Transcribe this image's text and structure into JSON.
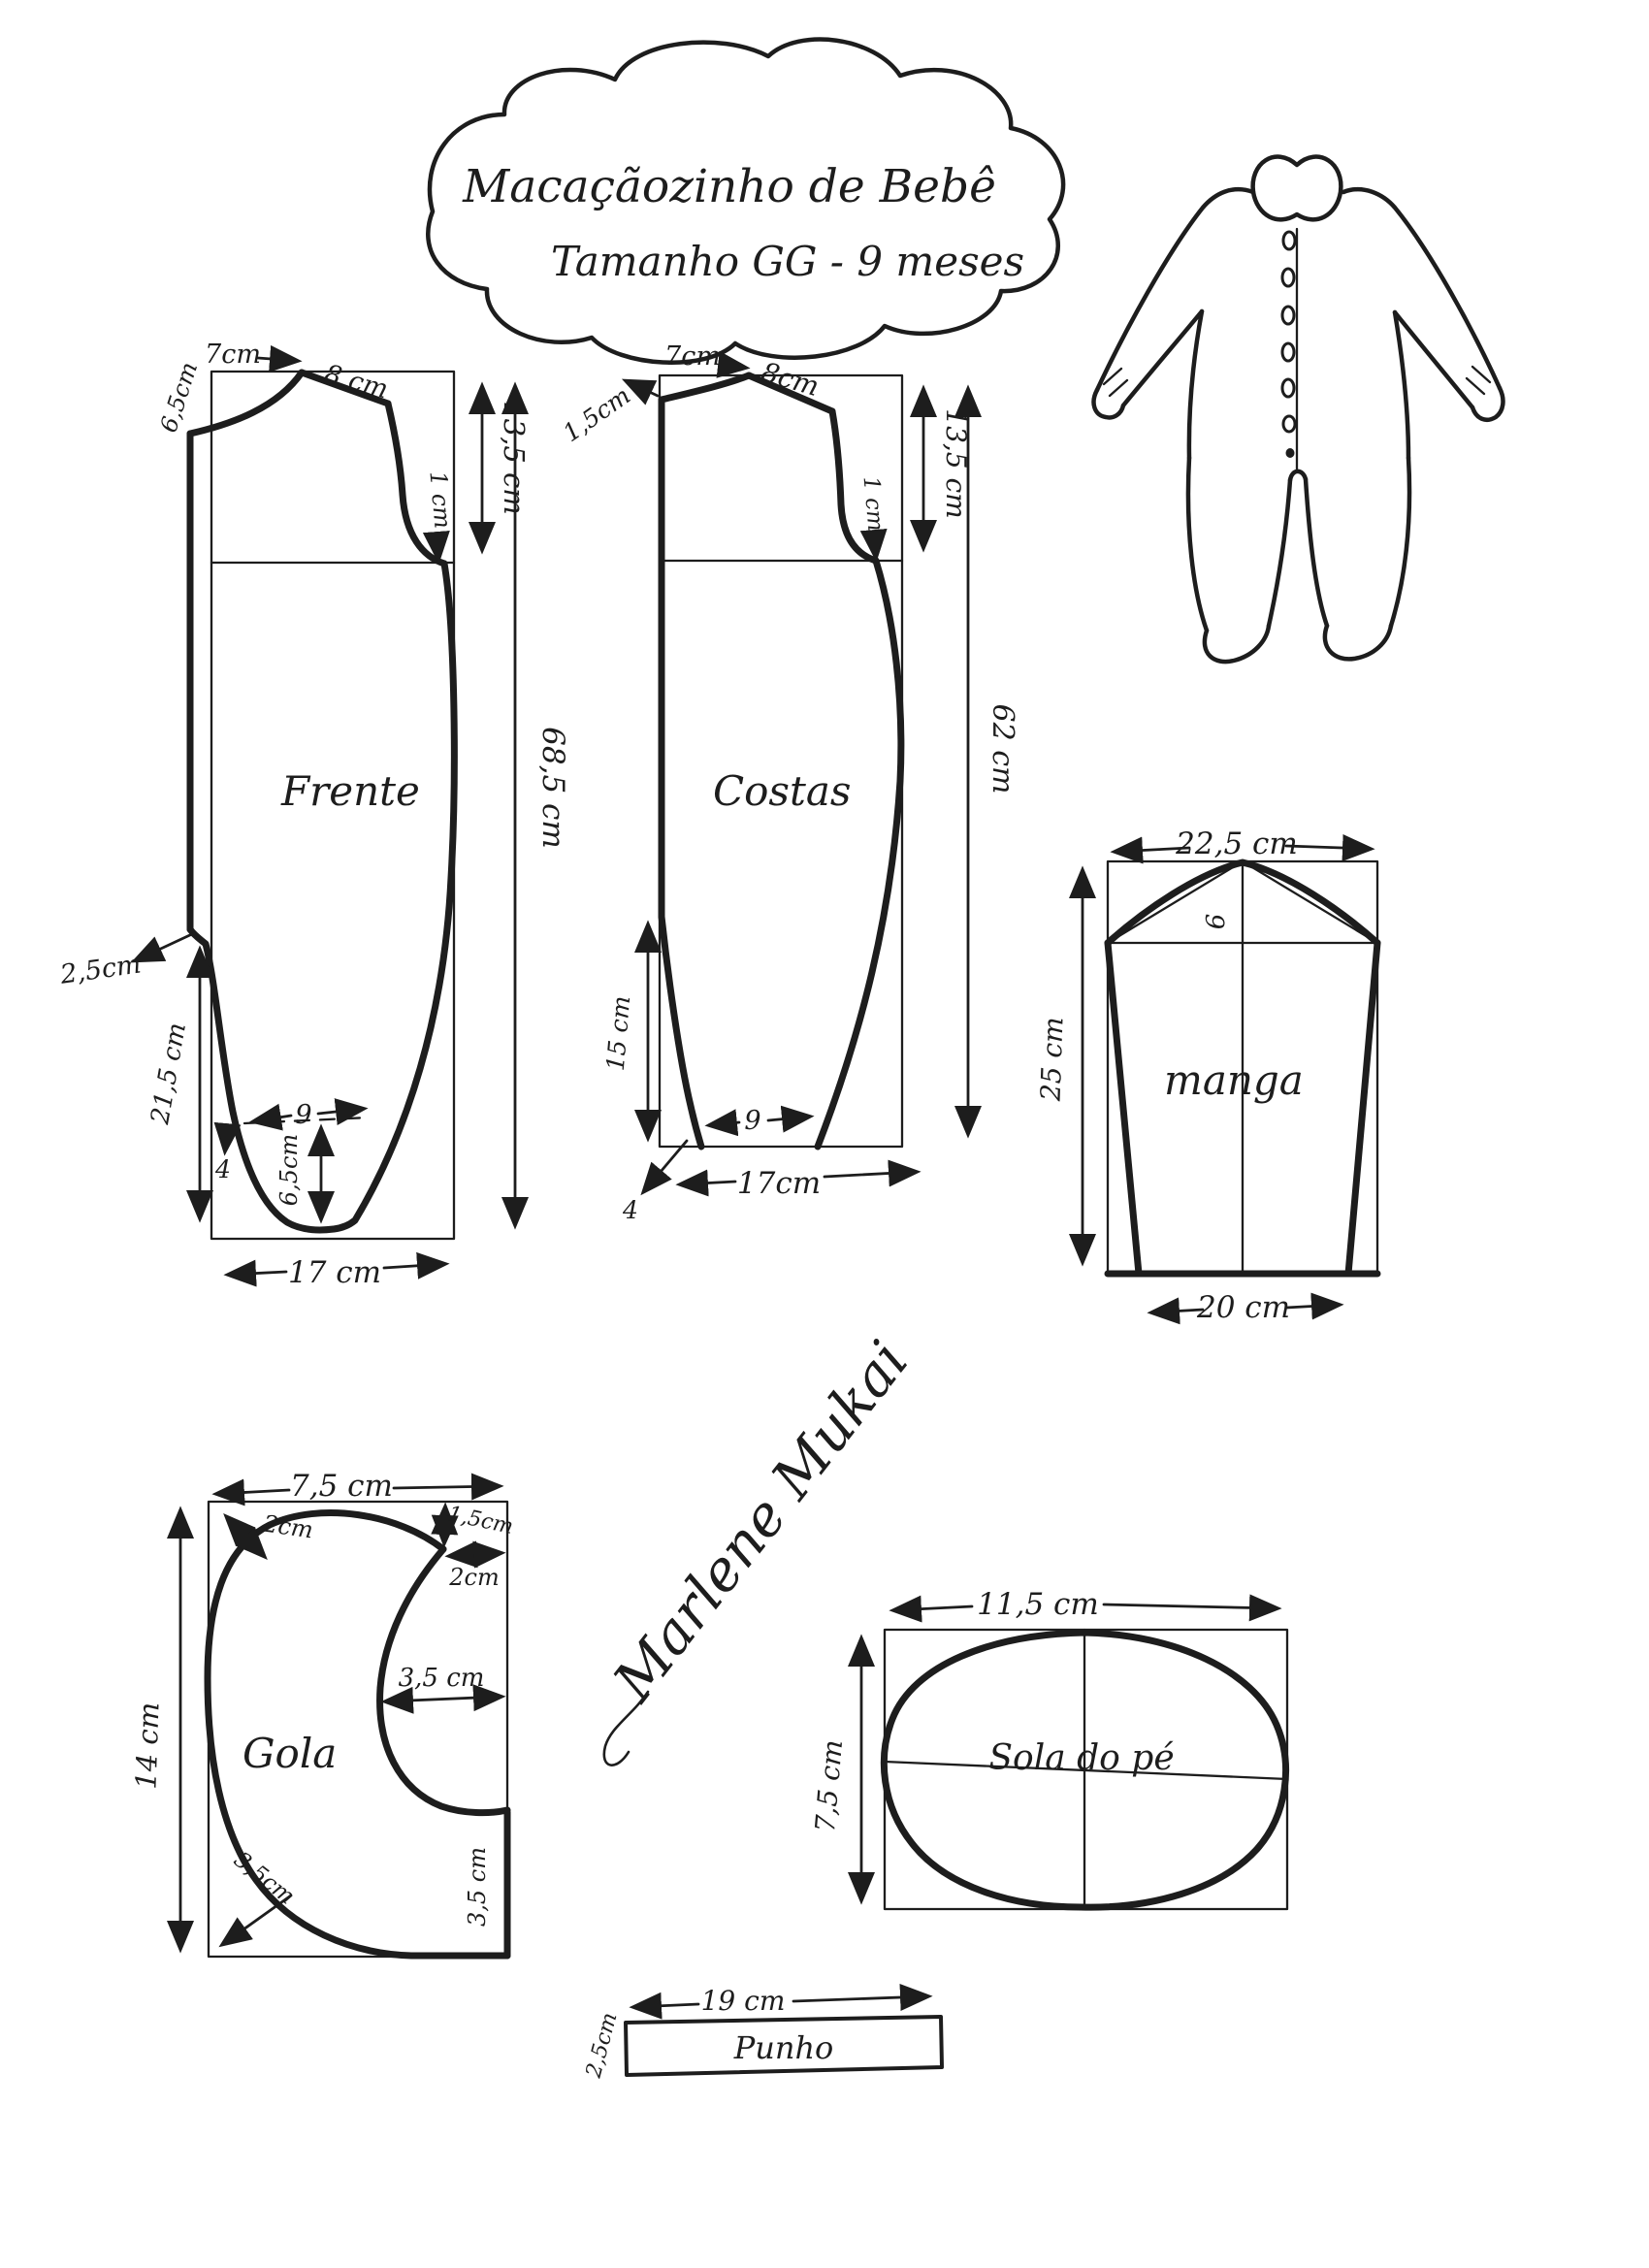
{
  "title": {
    "line1": "Macaçãozinho de Bebê",
    "line2": "Tamanho GG - 9 meses"
  },
  "signature": "Marlene Mukai",
  "ink": "#1d1d1d",
  "pieces": {
    "frente": {
      "label": "Frente",
      "shoulder_width": "7cm",
      "shoulder_slope": "8 cm",
      "neck_depth": "6,5cm",
      "bodice_height": "13,5 cm",
      "armhole_gap": "1 cm",
      "total_height": "68,5 cm",
      "front_notch": "2,5cm",
      "leg_section_height": "21,5 cm",
      "leg_opening_width": "9",
      "notch_drop": "4",
      "leg_curve_depth": "6,5cm",
      "bottom_width": "17 cm"
    },
    "costas": {
      "label": "Costas",
      "shoulder_width": "7cm",
      "shoulder_slope": "8cm",
      "neck_depth": "1,5cm",
      "bodice_height": "13,5 cm",
      "armhole_gap": "1 cm",
      "total_height": "62 cm",
      "leg_section_height": "15 cm",
      "leg_opening_width": "9",
      "corner_mark": "4",
      "bottom_width": "17cm"
    },
    "manga": {
      "label": "manga",
      "top_width": "22,5 cm",
      "cap_height": "6",
      "side_height": "25 cm",
      "bottom_width": "20 cm"
    },
    "gola": {
      "label": "Gola",
      "top_width": "7,5 cm",
      "top_left_gap": "2cm",
      "top_right_drop": "1,5cm",
      "top_right_inset": "2cm",
      "inner_curve_offset": "3,5 cm",
      "height": "14 cm",
      "bottom_left_gap": "3,5cm",
      "end_width": "3,5 cm"
    },
    "sola": {
      "label": "Sola do pé",
      "width": "11,5 cm",
      "height": "7,5 cm"
    },
    "punho": {
      "label": "Punho",
      "width": "19 cm",
      "height": "2,5cm"
    }
  }
}
